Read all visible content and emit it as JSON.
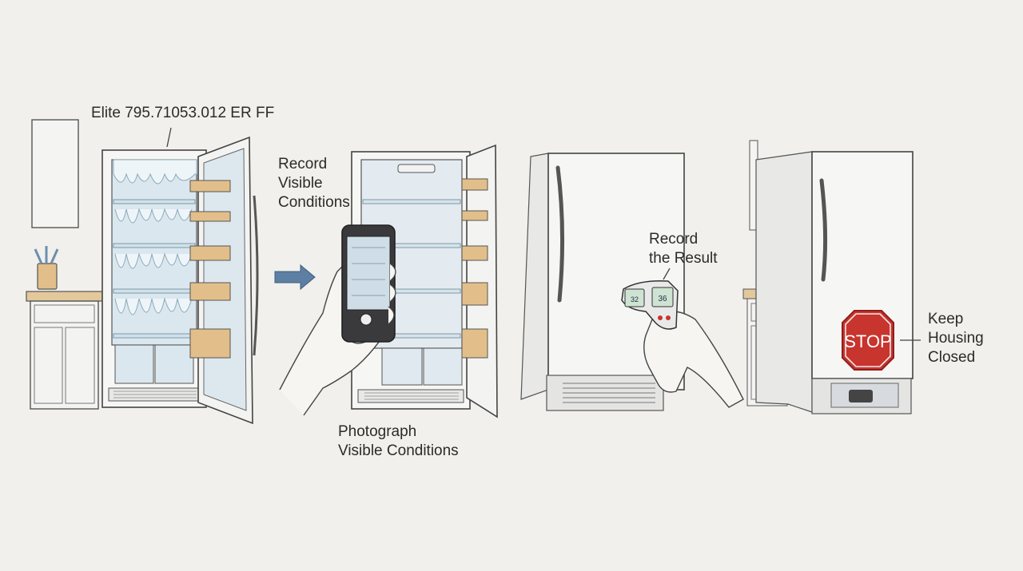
{
  "labels": {
    "model": "Elite 795.71053.012 ER FF",
    "record_visible": [
      "Record",
      "Visible",
      "Conditions"
    ],
    "photograph_visible": [
      "Photograph",
      "Visible Conditions"
    ],
    "record_result": [
      "Record",
      "the Result"
    ],
    "keep_housing": [
      "Keep",
      "Housing",
      "Closed"
    ]
  },
  "stop_sign": {
    "text": "STOP"
  },
  "thermometer": {
    "display_left": "32",
    "display_right": "36"
  },
  "colors": {
    "background": "#f1f0ec",
    "freezer_body": "#f6f6f4",
    "outline": "#444444",
    "ice": "#cfe2ec",
    "shelf_wood": "#e2bf8a",
    "stop_red": "#c8342e",
    "arrow_blue": "#5c7fa3"
  }
}
